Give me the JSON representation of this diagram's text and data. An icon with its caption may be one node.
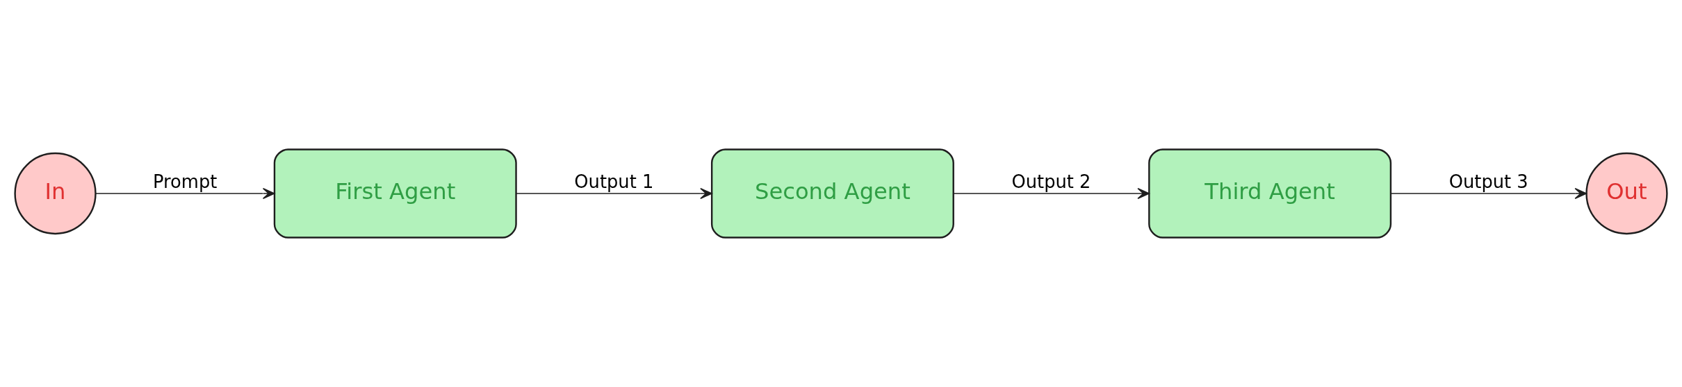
{
  "diagram": {
    "nodes": [
      {
        "text": [
          "In"
        ]
      },
      {
        "text": [
          "First Agent"
        ]
      },
      {
        "text": [
          "Second Agent"
        ]
      },
      {
        "text": [
          "Third Agent"
        ]
      },
      {
        "text": [
          "Out"
        ]
      }
    ],
    "edges": [
      {
        "from": 0,
        "to": 1,
        "arrow": "to",
        "label": "Prompt"
      },
      {
        "from": 1,
        "to": 2,
        "arrow": "to",
        "label": "Output 1"
      },
      {
        "from": 2,
        "to": 3,
        "arrow": "to",
        "label": "Output 2"
      },
      {
        "from": 3,
        "to": 4,
        "arrow": "to",
        "label": "Output 3"
      }
    ]
  }
}
